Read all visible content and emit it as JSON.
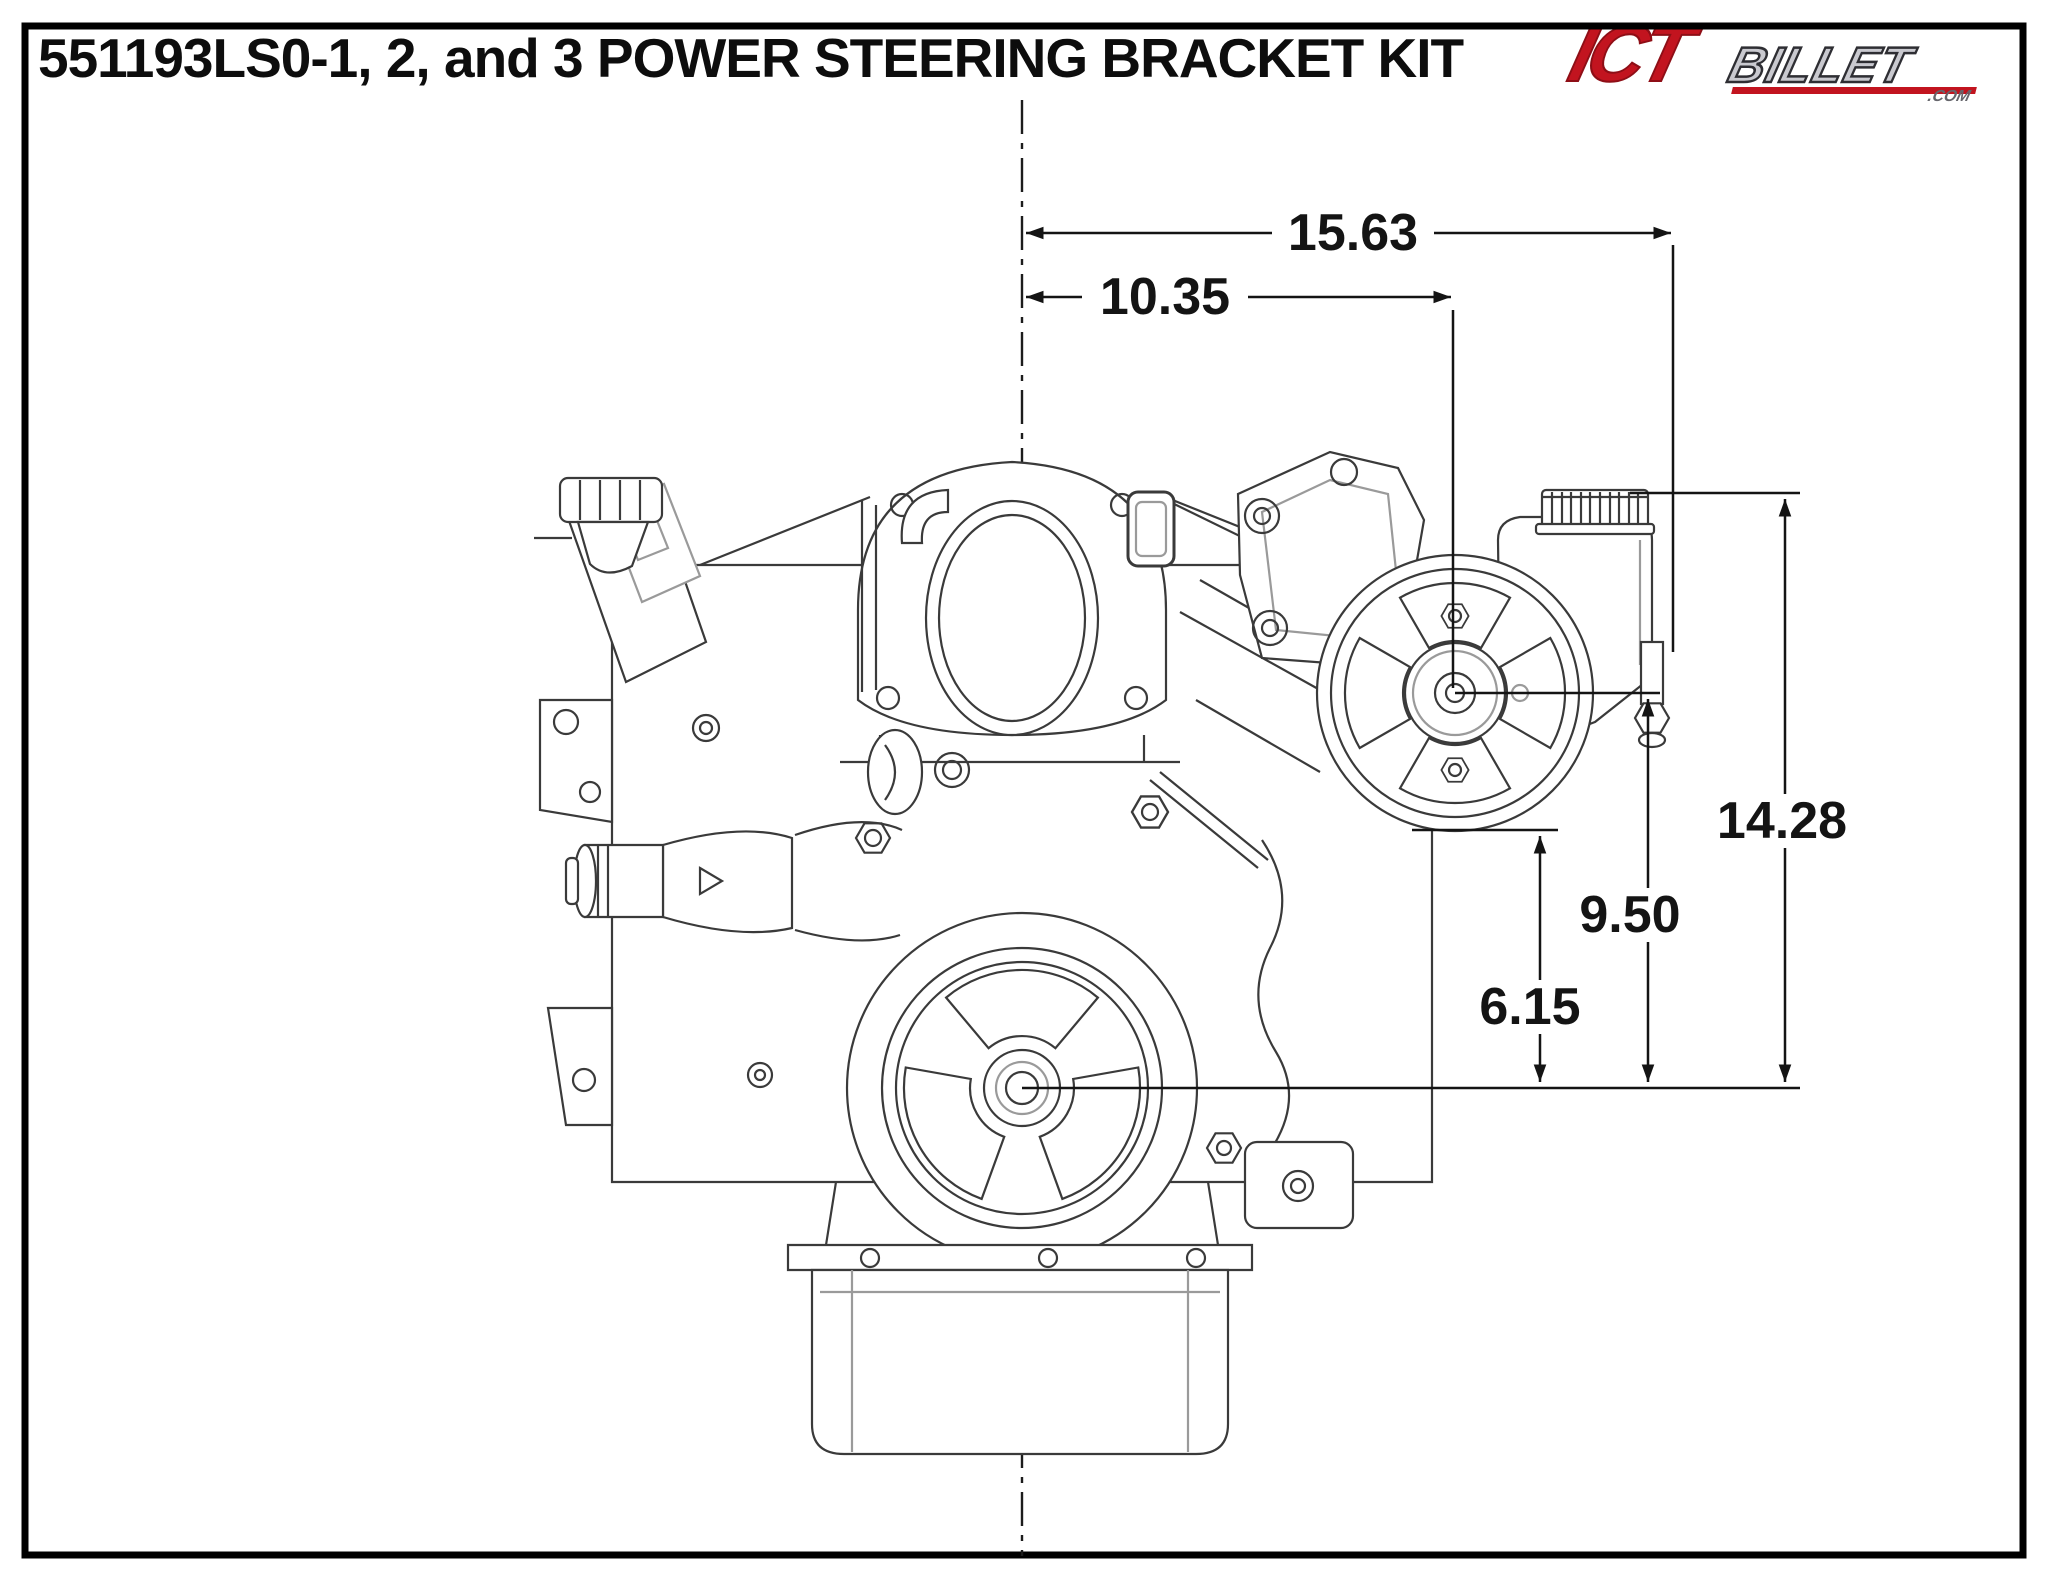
{
  "header": {
    "title": "551193LS0-1, 2, and 3 POWER STEERING BRACKET KIT",
    "logo": {
      "ict": "ICT",
      "billet": "BILLET",
      "tld": ".COM"
    }
  },
  "drawing": {
    "subject": "LS engine front view with power steering pump, bracket and remote reservoir installed",
    "view": "front",
    "units": "inches",
    "dimensions": {
      "total_width": "15.63",
      "pump_center_offset": "10.35",
      "reservoir_top_height": "14.28",
      "pump_center_height": "9.50",
      "bracket_bottom_height": "6.15"
    }
  },
  "colors": {
    "line": "#3a3a3a",
    "light_line": "#9a9a9a",
    "dimension": "#141414",
    "logo_red": "#c2141f",
    "logo_silver": "#c9c9cf",
    "background": "#ffffff",
    "border": "#000000"
  }
}
